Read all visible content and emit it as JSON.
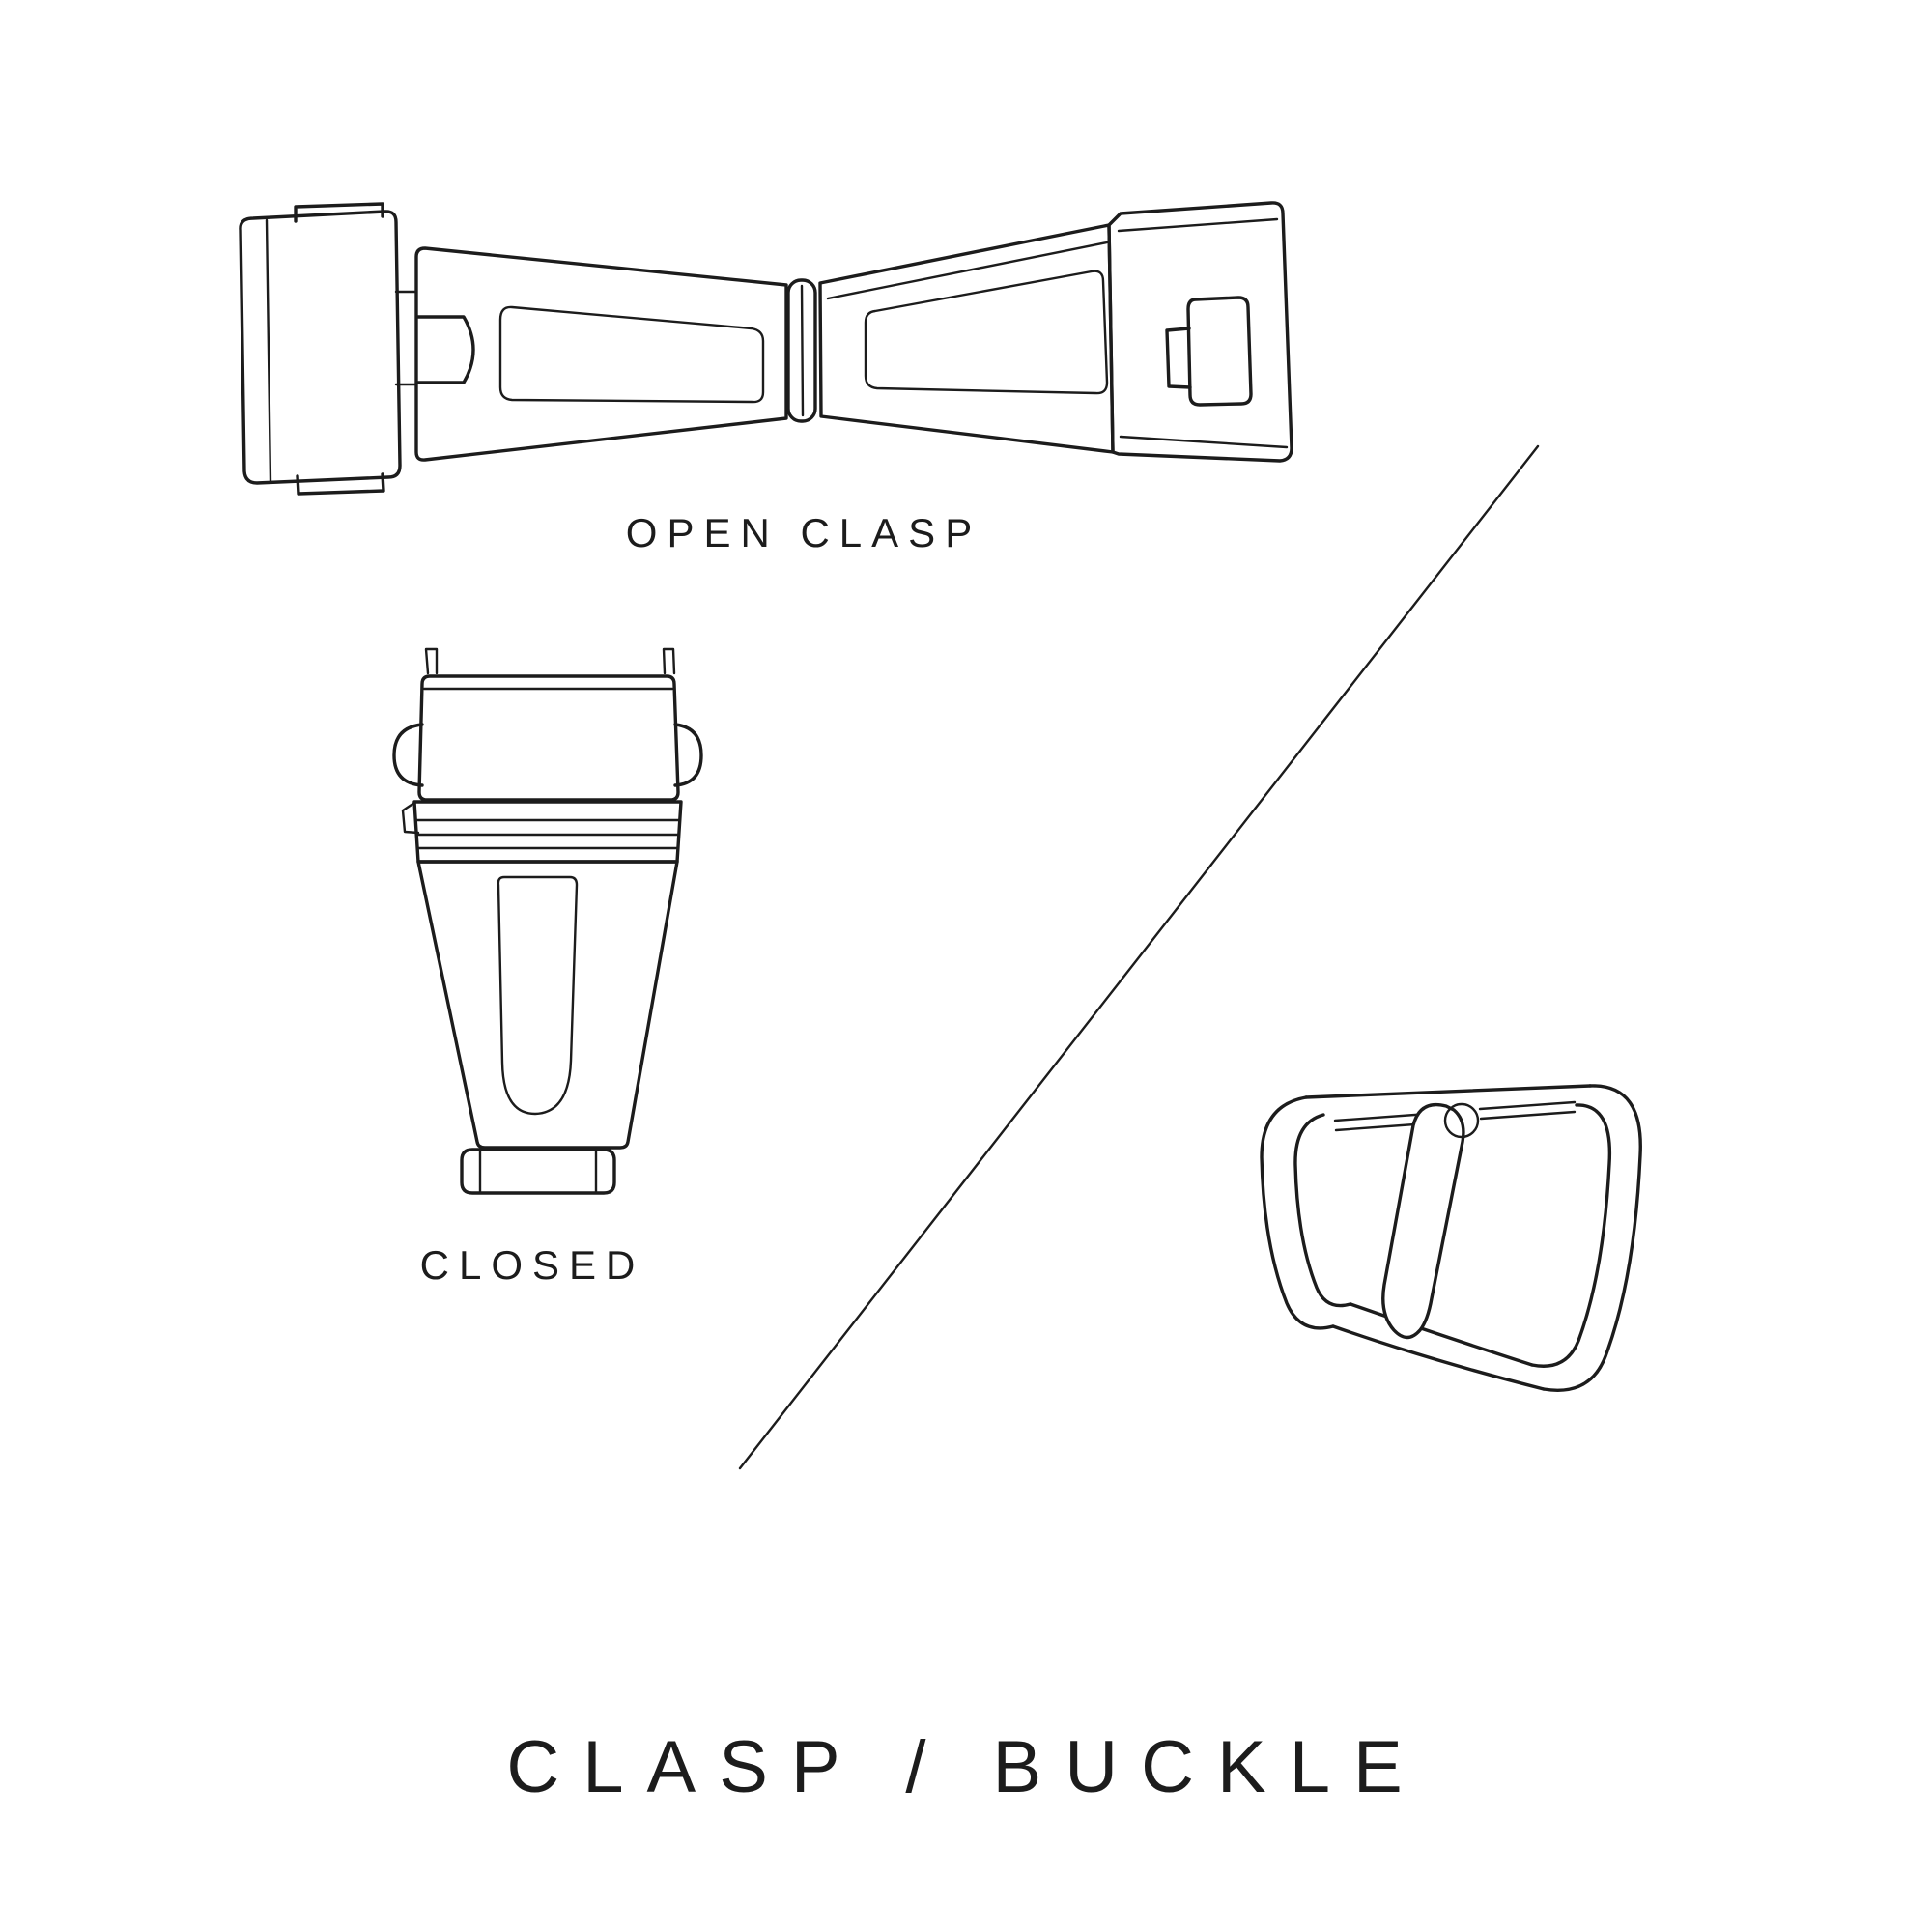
{
  "page": {
    "background": "#ffffff",
    "ink_color": "#1c1c1c"
  },
  "figure": {
    "open_clasp_label": "OPEN CLASP",
    "closed_label": "CLOSED",
    "title": "CLASP / BUCKLE",
    "illustrations": [
      {
        "id": "open-clasp",
        "caption": "OPEN CLASP"
      },
      {
        "id": "closed-clasp",
        "caption": "CLOSED"
      },
      {
        "id": "pin-buckle",
        "caption": ""
      }
    ]
  }
}
